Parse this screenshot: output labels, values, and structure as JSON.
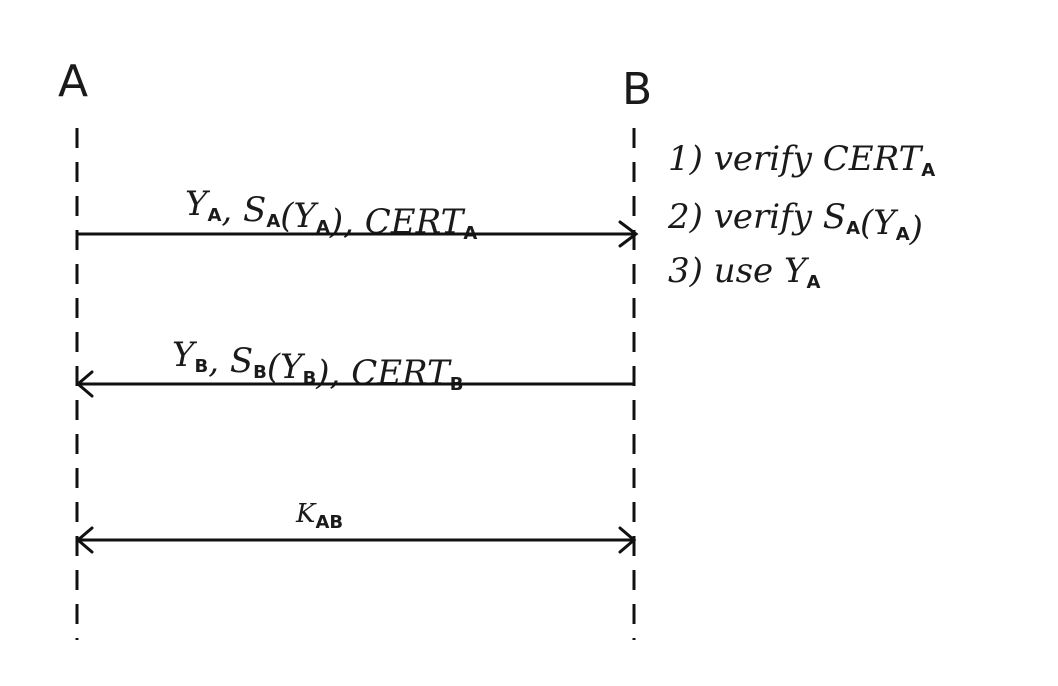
{
  "parties": {
    "left": "A",
    "right": "B"
  },
  "messages": [
    {
      "direction": "A-to-B",
      "parts": [
        {
          "text": "Y",
          "sub": "A"
        },
        {
          "text": ", ",
          "sub": ""
        },
        {
          "text": "S",
          "sub": "A"
        },
        {
          "text": "(Y",
          "sub": "A"
        },
        {
          "text": "), ",
          "sub": ""
        },
        {
          "text": "CERT",
          "sub": "A"
        }
      ]
    },
    {
      "direction": "B-to-A",
      "parts": [
        {
          "text": "Y",
          "sub": "B"
        },
        {
          "text": ", ",
          "sub": ""
        },
        {
          "text": "S",
          "sub": "B"
        },
        {
          "text": "(Y",
          "sub": "B"
        },
        {
          "text": "), ",
          "sub": ""
        },
        {
          "text": "CERT",
          "sub": "B"
        }
      ]
    },
    {
      "direction": "bidirectional",
      "parts": [
        {
          "text": "K",
          "sub": "AB"
        }
      ]
    }
  ],
  "steps": [
    {
      "prefix": "1) verify ",
      "parts": [
        {
          "text": "CERT",
          "sub": "A"
        }
      ]
    },
    {
      "prefix": "2) verify ",
      "parts": [
        {
          "text": "S",
          "sub": "A"
        },
        {
          "text": "(Y",
          "sub": "A"
        },
        {
          "text": ")",
          "sub": ""
        }
      ]
    },
    {
      "prefix": "3) use ",
      "parts": [
        {
          "text": "Y",
          "sub": "A"
        }
      ]
    }
  ],
  "colors": {
    "ink": "#111111",
    "background": "#ffffff"
  }
}
